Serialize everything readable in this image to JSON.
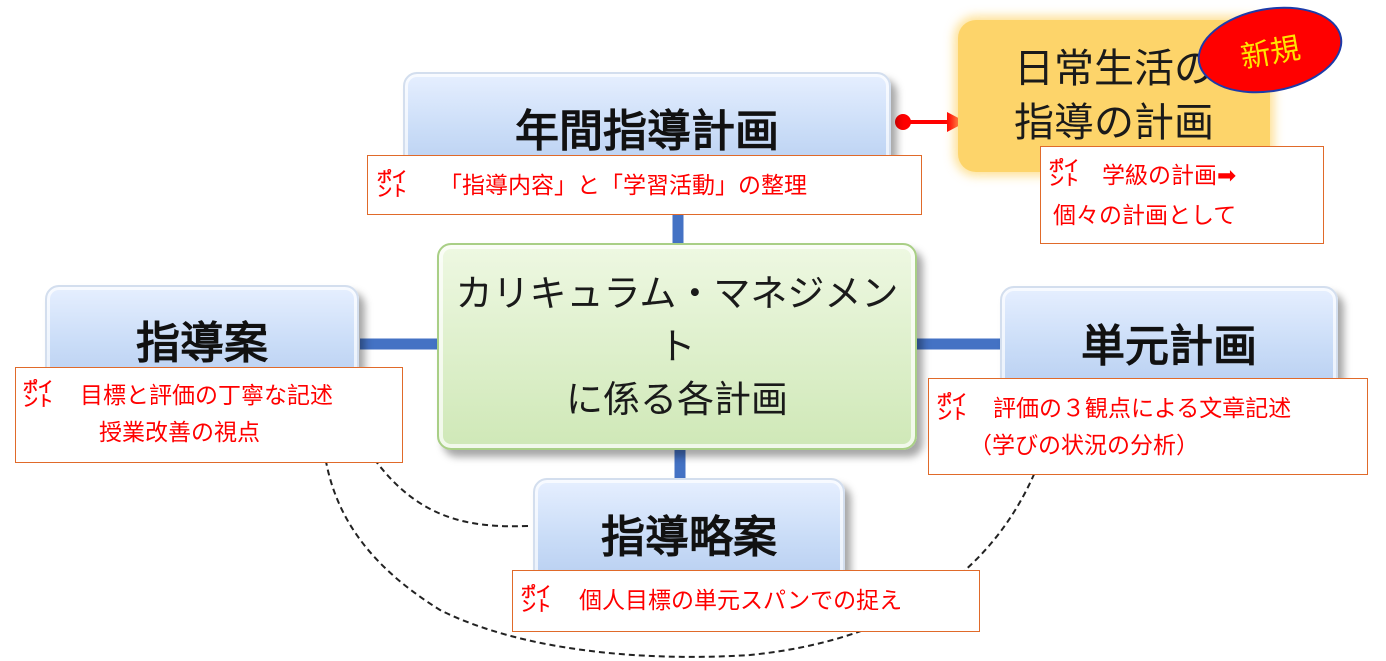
{
  "center": {
    "line1": "カリキュラム・マネジメント",
    "line2": "に係る各計画"
  },
  "annual": {
    "title": "年間指導計画",
    "point": "「指導内容」と「学習活動」の整理"
  },
  "daily": {
    "line1": "日常生活の",
    "line2": "指導の計画",
    "badge": "新規",
    "point_line1": "学級の計画➡",
    "point_line2": "個々の計画として"
  },
  "guidance": {
    "title": "指導案",
    "point_line1": "目標と評価の丁寧な記述",
    "point_line2": "授業改善の視点"
  },
  "unit": {
    "title": "単元計画",
    "point_line1": "評価の３観点による文章記述",
    "point_line2": "（学びの状況の分析）"
  },
  "brief": {
    "title": "指導略案",
    "point": "個人目標の単元スパンでの捉え"
  },
  "point_tag_line1": "ポイ",
  "point_tag_line2": "ント",
  "colors": {
    "connector": "#4472c4",
    "arrow": "#ff0000",
    "note_text": "#ff0000",
    "note_border": "#e06a2a",
    "daily_fill": "#fdd46a",
    "center_fill": "#d8efc4",
    "box_fill": "#c9dcf7"
  }
}
